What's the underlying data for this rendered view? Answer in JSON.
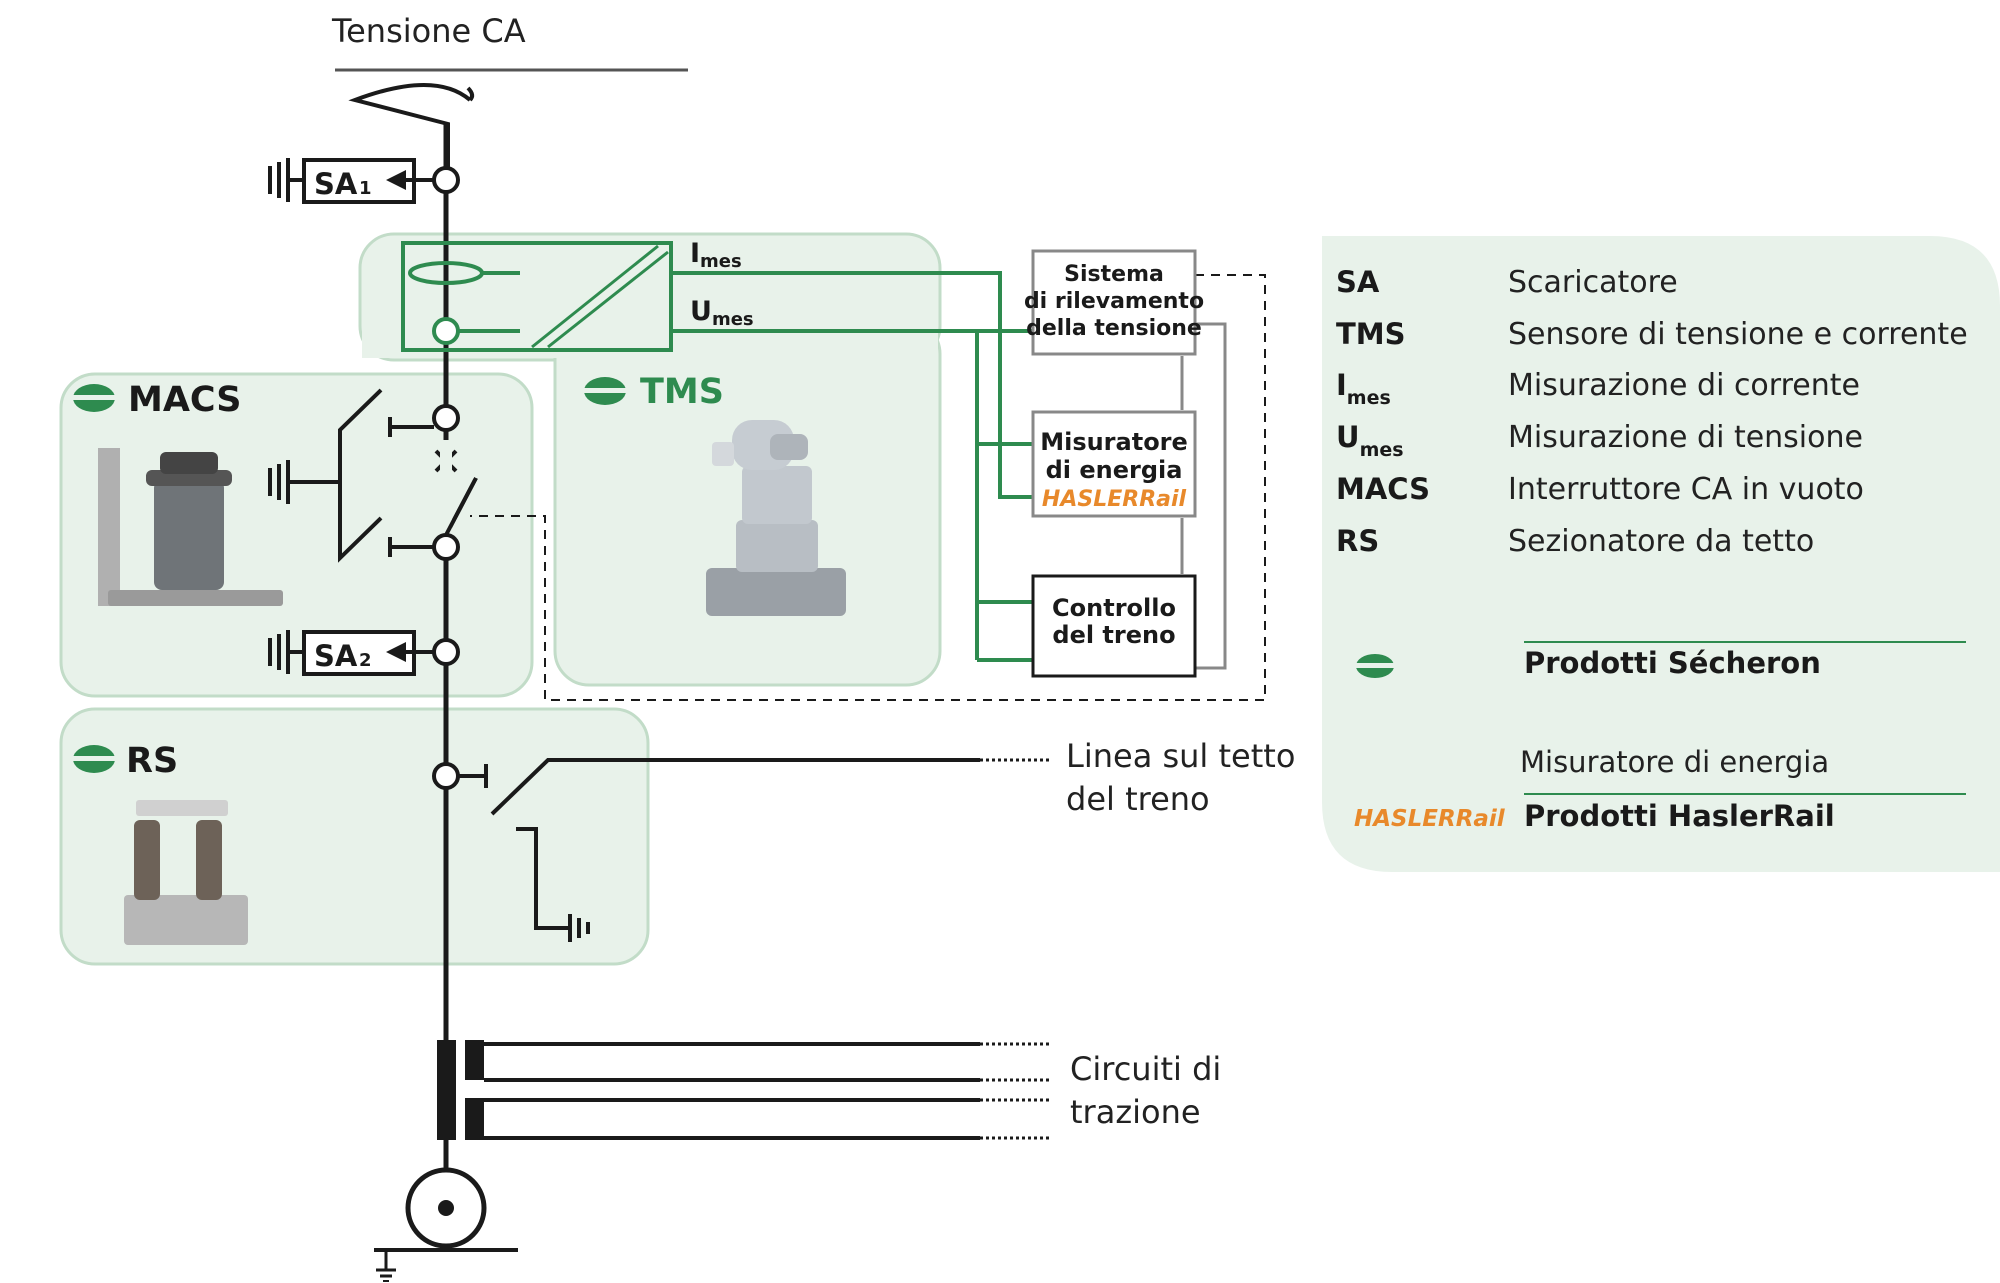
{
  "colors": {
    "green": "#2e8b4f",
    "panel_fill": "#e8f2ea",
    "panel_stroke": "#c2dcc8",
    "hasler_orange": "#e8892b",
    "line": "#1a1a1a",
    "gray_box": "#888888"
  },
  "header": {
    "supply": "Tensione CA"
  },
  "arresters": {
    "sa1": "SA",
    "sa1_sub": "1",
    "sa2": "SA",
    "sa2_sub": "2"
  },
  "tms": {
    "title": "TMS",
    "current_main": "I",
    "current_sub": "mes",
    "voltage_main": "U",
    "voltage_sub": "mes",
    "photo_icon": "tms-sensor-photo"
  },
  "macs": {
    "title": "MACS",
    "photo_icon": "vacuum-breaker-photo"
  },
  "rs": {
    "title": "RS",
    "photo_icon": "roof-disconnector-photo"
  },
  "boxes": {
    "detection": [
      "Sistema",
      "di rilevamento",
      "della tensione"
    ],
    "meter": [
      "Misuratore",
      "di energia"
    ],
    "meter_brand": "HASLERRail",
    "control": [
      "Controllo",
      "del treno"
    ]
  },
  "labels": {
    "roof_line": [
      "Linea sul tetto",
      "del treno"
    ],
    "traction": [
      "Circuiti di",
      "trazione"
    ]
  },
  "legend": {
    "items": [
      {
        "abbr": "SA",
        "sub": "",
        "desc": "Scaricatore"
      },
      {
        "abbr": "TMS",
        "sub": "",
        "desc": "Sensore di tensione e corrente"
      },
      {
        "abbr": "I",
        "sub": "mes",
        "desc": "Misurazione di corrente"
      },
      {
        "abbr": "U",
        "sub": "mes",
        "desc": "Misurazione di tensione"
      },
      {
        "abbr": "MACS",
        "sub": "",
        "desc": "Interruttore CA in vuoto"
      },
      {
        "abbr": "RS",
        "sub": "",
        "desc": "Sezionatore da tetto"
      }
    ],
    "secheron_label": "Prodotti Sécheron",
    "meter_note": "Misuratore di energia",
    "hasler_brand": "HASLERRail",
    "hasler_label": "Prodotti HaslerRail"
  }
}
